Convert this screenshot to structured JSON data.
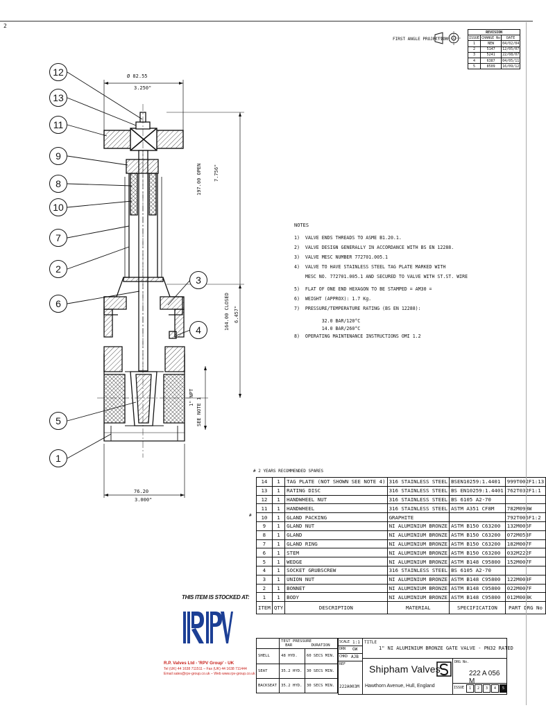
{
  "page_marker": "2",
  "projection_label": "FIRST ANGLE PROJECTION",
  "revision": {
    "title": "REVISION",
    "headers": [
      "ISSUE",
      "CHANGE No",
      "DATE"
    ],
    "rows": [
      [
        "1",
        "NEW",
        "04/02/04"
      ],
      [
        "2",
        "5147",
        "12/05/07"
      ],
      [
        "3",
        "5241",
        "22/08/07"
      ],
      [
        "4",
        "6387",
        "04/05/11"
      ],
      [
        "5",
        "8509",
        "16/09/12"
      ]
    ]
  },
  "balloons": [
    "12",
    "13",
    "11",
    "9",
    "8",
    "10",
    "7",
    "2",
    "6",
    "3",
    "4",
    "5",
    "1"
  ],
  "dimensions": {
    "top_mm": "Ø 82.55",
    "top_in": "3.250\"",
    "open_mm": "197.00  OPEN",
    "open_in": "7.756\"",
    "closed_mm": "164.00  CLOSED",
    "closed_in": "6.457\"",
    "npt": "1\" NPT",
    "npt_note": "SEE NOTE 1",
    "bottom_mm": "76.20",
    "bottom_in": "3.000\""
  },
  "notes": {
    "title": "NOTES",
    "lines": [
      "1)  VALVE ENDS THREADS TO ASME B1.20.1.",
      "2)  VALVE DESIGN GENERALLY IN ACCORDANCE WITH BS EN 12288.",
      "3)  VALVE MESC NUMBER 772701.005.1",
      "4)  VALVE TO HAVE STAINLESS STEEL TAG PLATE MARKED WITH",
      "    MESC NO. 772701.005.1 AND SECURED TO VALVE WITH ST.ST. WIRE",
      "5)  FLAT OF ONE END HEXAGON TO BE STAMPED = AM30 =",
      "6)  WEIGHT (APPROX): 1.7 Kg.",
      "7)  PRESSURE/TEMPERATURE RATING (BS EN 12288):",
      "          32.0 BAR/120°C",
      "          14.0 BAR/260°C",
      "8)  OPERATING MAINTENANCE INSTRUCTIONS OMI 1.2"
    ]
  },
  "spares_note": "#   2 YEARS RECOMMENDED SPARES",
  "parts": [
    {
      "mark": "",
      "item": "14",
      "qty": "1",
      "desc": "TAG PLATE (NOT SHOWN SEE NOTE 4)",
      "material": "316 STAINLESS STEEL",
      "spec": "BSEN10259:1.4401",
      "drg": "999T002F1:13"
    },
    {
      "mark": "",
      "item": "13",
      "qty": "1",
      "desc": "RATING DISC",
      "material": "316 STAINLESS STEEL",
      "spec": "BS EN10259:1.4401",
      "drg": "762T032F1:1"
    },
    {
      "mark": "",
      "item": "12",
      "qty": "1",
      "desc": "HANDWHEEL NUT",
      "material": "316 STAINLESS STEEL",
      "spec": "BS 6105 A2-70",
      "drg": ""
    },
    {
      "mark": "",
      "item": "11",
      "qty": "1",
      "desc": "HANDWHEEL",
      "material": "316 STAINLESS STEEL",
      "spec": "ASTM A351 CF8M",
      "drg": "782M098W"
    },
    {
      "mark": "#",
      "item": "10",
      "qty": "1",
      "desc": "GLAND PACKING",
      "material": "GRAPHITE",
      "spec": "",
      "drg": "792T005F1:2"
    },
    {
      "mark": "",
      "item": "9",
      "qty": "1",
      "desc": "GLAND NUT",
      "material": "NI ALUMINIUM BRONZE",
      "spec": "ASTM B150 C63200",
      "drg": "132M006F"
    },
    {
      "mark": "",
      "item": "8",
      "qty": "1",
      "desc": "GLAND",
      "material": "NI ALUMINIUM BRONZE",
      "spec": "ASTM B150 C63200",
      "drg": "072M053F"
    },
    {
      "mark": "",
      "item": "7",
      "qty": "1",
      "desc": "GLAND RING",
      "material": "NI ALUMINIUM BRONZE",
      "spec": "ASTM B150 C63200",
      "drg": "182M007F"
    },
    {
      "mark": "",
      "item": "6",
      "qty": "1",
      "desc": "STEM",
      "material": "NI ALUMINIUM BRONZE",
      "spec": "ASTM B150 C63200",
      "drg": "032M222F"
    },
    {
      "mark": "",
      "item": "5",
      "qty": "1",
      "desc": "WEDGE",
      "material": "NI ALUMINIUM BRONZE",
      "spec": "ASTM B148 C95800",
      "drg": "152M007F"
    },
    {
      "mark": "",
      "item": "4",
      "qty": "1",
      "desc": "SOCKET GRUBSCREW",
      "material": "316 STAINLESS STEEL",
      "spec": "BS 6105 A2-70",
      "drg": ""
    },
    {
      "mark": "",
      "item": "3",
      "qty": "1",
      "desc": "UNION NUT",
      "material": "NI ALUMINIUM BRONZE",
      "spec": "ASTM B148 C95800",
      "drg": "122M003F"
    },
    {
      "mark": "",
      "item": "2",
      "qty": "1",
      "desc": "BONNET",
      "material": "NI ALUMINIUM BRONZE",
      "spec": "ASTM B148 C95800",
      "drg": "022M007F"
    },
    {
      "mark": "",
      "item": "1",
      "qty": "1",
      "desc": "BODY",
      "material": "NI ALUMINIUM BRONZE",
      "spec": "ASTM B148 C95800",
      "drg": "012M008K"
    }
  ],
  "parts_header": {
    "item": "ITEM",
    "qty": "QTY",
    "desc": "DESCRIPTION",
    "material": "MATERIAL",
    "spec": "SPECIFICATION",
    "drg": "PART DRG No"
  },
  "stocked": {
    "label": "THIS ITEM IS STOCKED AT:",
    "company": "R.P. Valves Ltd - 'RPV Group' - UK",
    "phone": "Tel (UK) 44 1638 711511 – Fax (UK) 44 1638 711444",
    "email": "Email sales@rpv-group.co.uk – Web www.rpv-group.co.uk"
  },
  "test_pressure": {
    "title": "TEST PRESSURE",
    "col_bar": "BAR",
    "col_dur": "DURATION",
    "rows": [
      [
        "SHELL",
        "48 HYD.",
        "60 SECS MIN."
      ],
      [
        "SEAT",
        "35.2 HYD.",
        "30 SECS MIN."
      ],
      [
        "BACKSEAT",
        "35.2 HYD.",
        "30 SECS MIN."
      ]
    ]
  },
  "title_block": {
    "scale_label": "SCALE",
    "scale": "1:1",
    "drn_label": "DRN",
    "drn": "GW",
    "chkd_label": "CHKD",
    "chkd": "AJB",
    "ref_label": "REF",
    "ref": "222A003M",
    "title_label": "TITLE",
    "title": "1\" NI ALUMINIUM BRONZE GATE VALVE - PN32 RATED",
    "company": "Shipham Valves",
    "address": "Hawthorn Avenue, Hull, England",
    "drg_label": "DRG No.",
    "drg_no": "222 A 056 M",
    "issue_label": "ISSUE",
    "issues": [
      "1",
      "2",
      "3",
      "4",
      "5"
    ]
  }
}
